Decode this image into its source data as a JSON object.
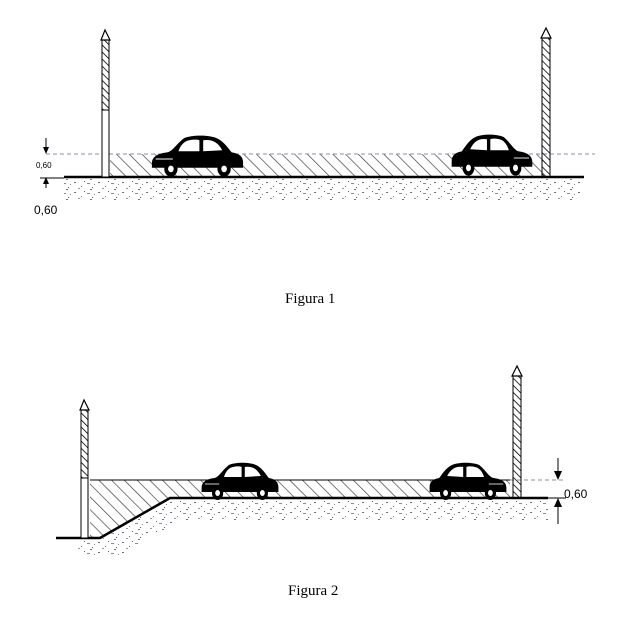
{
  "figure1": {
    "caption": "Figura 1",
    "dim_small": "0,60",
    "dim_large": "0,60"
  },
  "figure2": {
    "caption": "Figura 2",
    "dim": "0,60"
  },
  "colors": {
    "ink": "#000000",
    "hatch": "#333333",
    "ground_speck": "#6b6b8a",
    "dash": "#8c8ca8"
  },
  "icons": [
    "car-icon",
    "post-arrow-icon",
    "dimension-arrow-icon"
  ]
}
